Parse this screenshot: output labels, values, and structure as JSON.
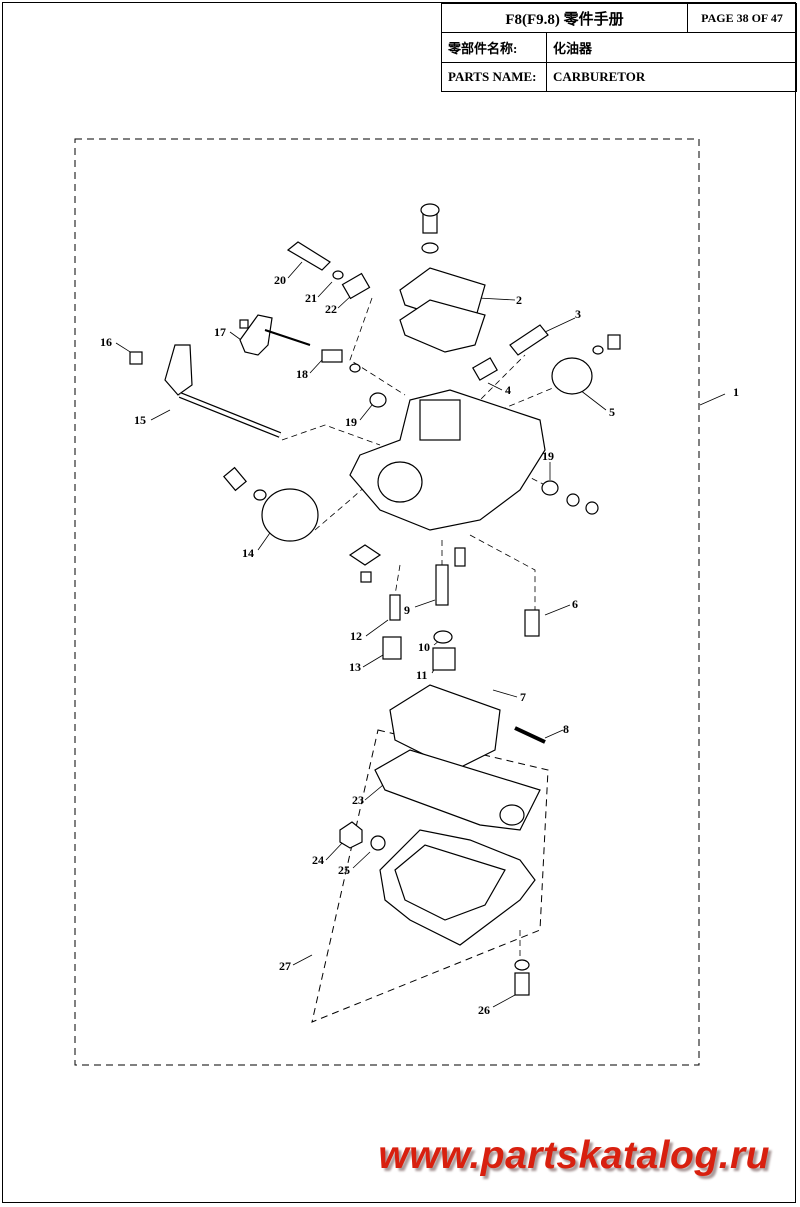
{
  "header": {
    "model": "F8(F9.8) 零件手册",
    "page": "PAGE 38 OF 47",
    "parts_name_cn_label": "零部件名称:",
    "parts_name_cn": "化油器",
    "parts_name_en_label": "PARTS NAME:",
    "parts_name_en": "CARBURETOR"
  },
  "watermark": "www.partskatalog.ru",
  "callouts": [
    {
      "id": "p1",
      "label": "1"
    },
    {
      "id": "p2",
      "label": "2"
    },
    {
      "id": "p3",
      "label": "3"
    },
    {
      "id": "p4",
      "label": "4"
    },
    {
      "id": "p5",
      "label": "5"
    },
    {
      "id": "p6",
      "label": "6"
    },
    {
      "id": "p7",
      "label": "7"
    },
    {
      "id": "p8",
      "label": "8"
    },
    {
      "id": "p9",
      "label": "9"
    },
    {
      "id": "p10",
      "label": "10"
    },
    {
      "id": "p11",
      "label": "11"
    },
    {
      "id": "p12",
      "label": "12"
    },
    {
      "id": "p13",
      "label": "13"
    },
    {
      "id": "p14",
      "label": "14"
    },
    {
      "id": "p15",
      "label": "15"
    },
    {
      "id": "p16",
      "label": "16"
    },
    {
      "id": "p17",
      "label": "17"
    },
    {
      "id": "p18",
      "label": "18"
    },
    {
      "id": "p19a",
      "label": "19"
    },
    {
      "id": "p19b",
      "label": "19"
    },
    {
      "id": "p20",
      "label": "20"
    },
    {
      "id": "p21",
      "label": "21"
    },
    {
      "id": "p22",
      "label": "22"
    },
    {
      "id": "p23",
      "label": "23"
    },
    {
      "id": "p24",
      "label": "24"
    },
    {
      "id": "p25",
      "label": "25"
    },
    {
      "id": "p26",
      "label": "26"
    },
    {
      "id": "p27",
      "label": "27"
    }
  ]
}
